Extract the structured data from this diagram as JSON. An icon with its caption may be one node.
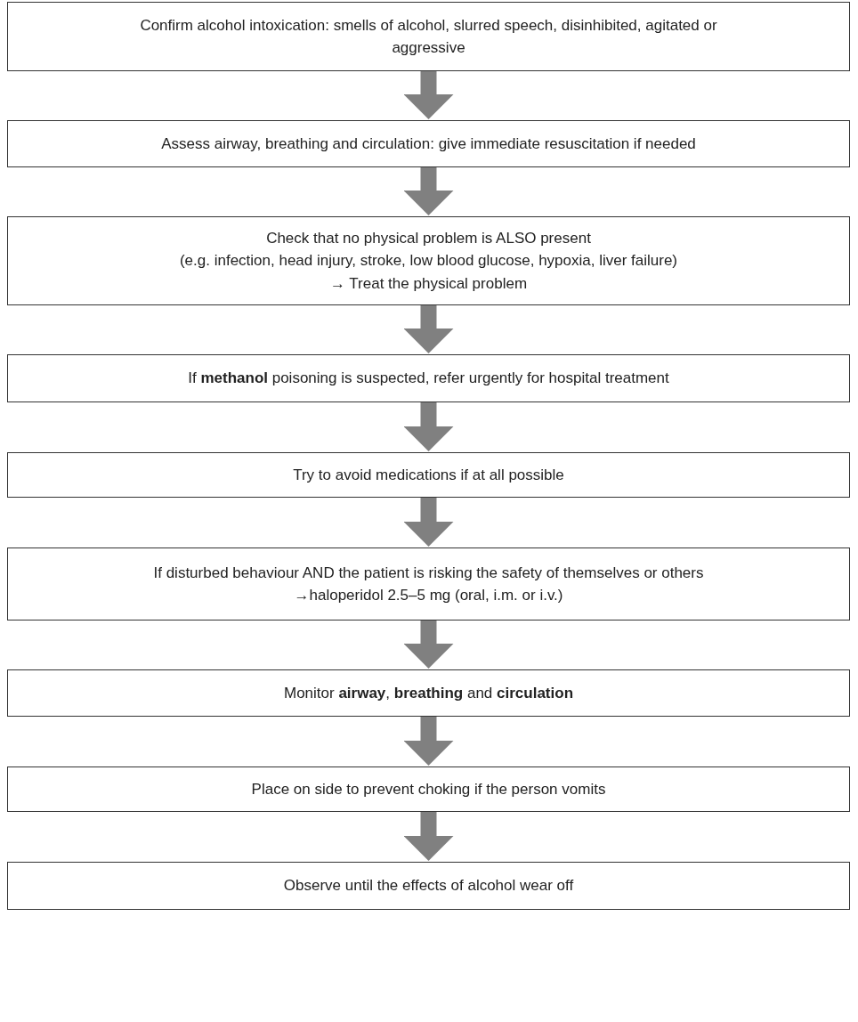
{
  "diagram": {
    "nodes": [
      {
        "text": [
          "Confirm alcohol intoxication: smells of alcohol, slurred speech, disinhibited, agitated or aggressive"
        ]
      },
      {
        "text": [
          "Assess airway, breathing and circulation: give immediate resuscitation if needed"
        ]
      },
      {
        "text": [
          "Check that no physical problem is ALSO present",
          "(e.g. infection, head injury, stroke, low blood glucose, hypoxia, liver failure)",
          "→ Treat the physical problem"
        ]
      },
      {
        "text": [
          "If **methanol** poisoning is suspected, refer urgently for hospital treatment"
        ]
      },
      {
        "text": [
          "Try to avoid medications if at all possible"
        ]
      },
      {
        "text": [
          "If disturbed behaviour AND the patient is risking the safety of themselves or others",
          "→haloperidol 2.5–5 mg (oral, i.m. or i.v.)"
        ]
      },
      {
        "text": [
          "Monitor **airway**, **breathing** and **circulation**"
        ]
      },
      {
        "text": [
          "Place on side to prevent choking if the person vomits"
        ]
      },
      {
        "text": [
          "Observe until the effects of alcohol wear off"
        ]
      }
    ],
    "edges": [
      {
        "from": 0,
        "to": 1,
        "arrow": "to"
      },
      {
        "from": 1,
        "to": 2,
        "arrow": "to"
      },
      {
        "from": 2,
        "to": 3,
        "arrow": "to"
      },
      {
        "from": 3,
        "to": 4,
        "arrow": "to"
      },
      {
        "from": 4,
        "to": 5,
        "arrow": "to"
      },
      {
        "from": 5,
        "to": 6,
        "arrow": "to"
      },
      {
        "from": 6,
        "to": 7,
        "arrow": "to"
      },
      {
        "from": 7,
        "to": 8,
        "arrow": "to"
      }
    ]
  }
}
